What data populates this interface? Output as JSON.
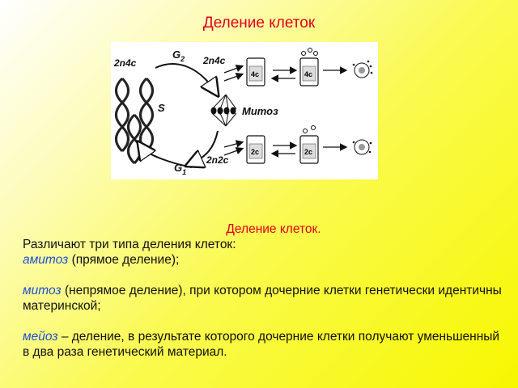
{
  "slide": {
    "title": "Деление клеток"
  },
  "figure": {
    "label_2n4c_left": "2n4c",
    "label_g2": "G",
    "label_g2_sub": "2",
    "label_2n4c_right": "2n4c",
    "label_s": "S",
    "label_mitoz": "Митоз",
    "label_2n2c": "2n2c",
    "label_g1": "G",
    "label_g1_sub": "1",
    "cell_4c_a": "4c",
    "cell_4c_b": "4c",
    "cell_2c_a": "2c",
    "cell_2c_b": "2c"
  },
  "content": {
    "heading": "Деление клеток.",
    "intro": "Различают три типа деления клеток:",
    "amitoz_term": "амитоз",
    "amitoz_desc": " (прямое деление);",
    "mitoz_term": "митоз",
    "mitoz_desc": " (непрямое деление), при котором дочерние клетки генетически идентичны материнской;",
    "meioz_term": "мейоз",
    "meioz_desc": " – деление, в результате которого дочерние клетки получают уменьшенный в два раза генетический материал."
  },
  "colors": {
    "title": "#e0001a",
    "term": "#1e4fd6",
    "background_end": "#f7f700"
  }
}
